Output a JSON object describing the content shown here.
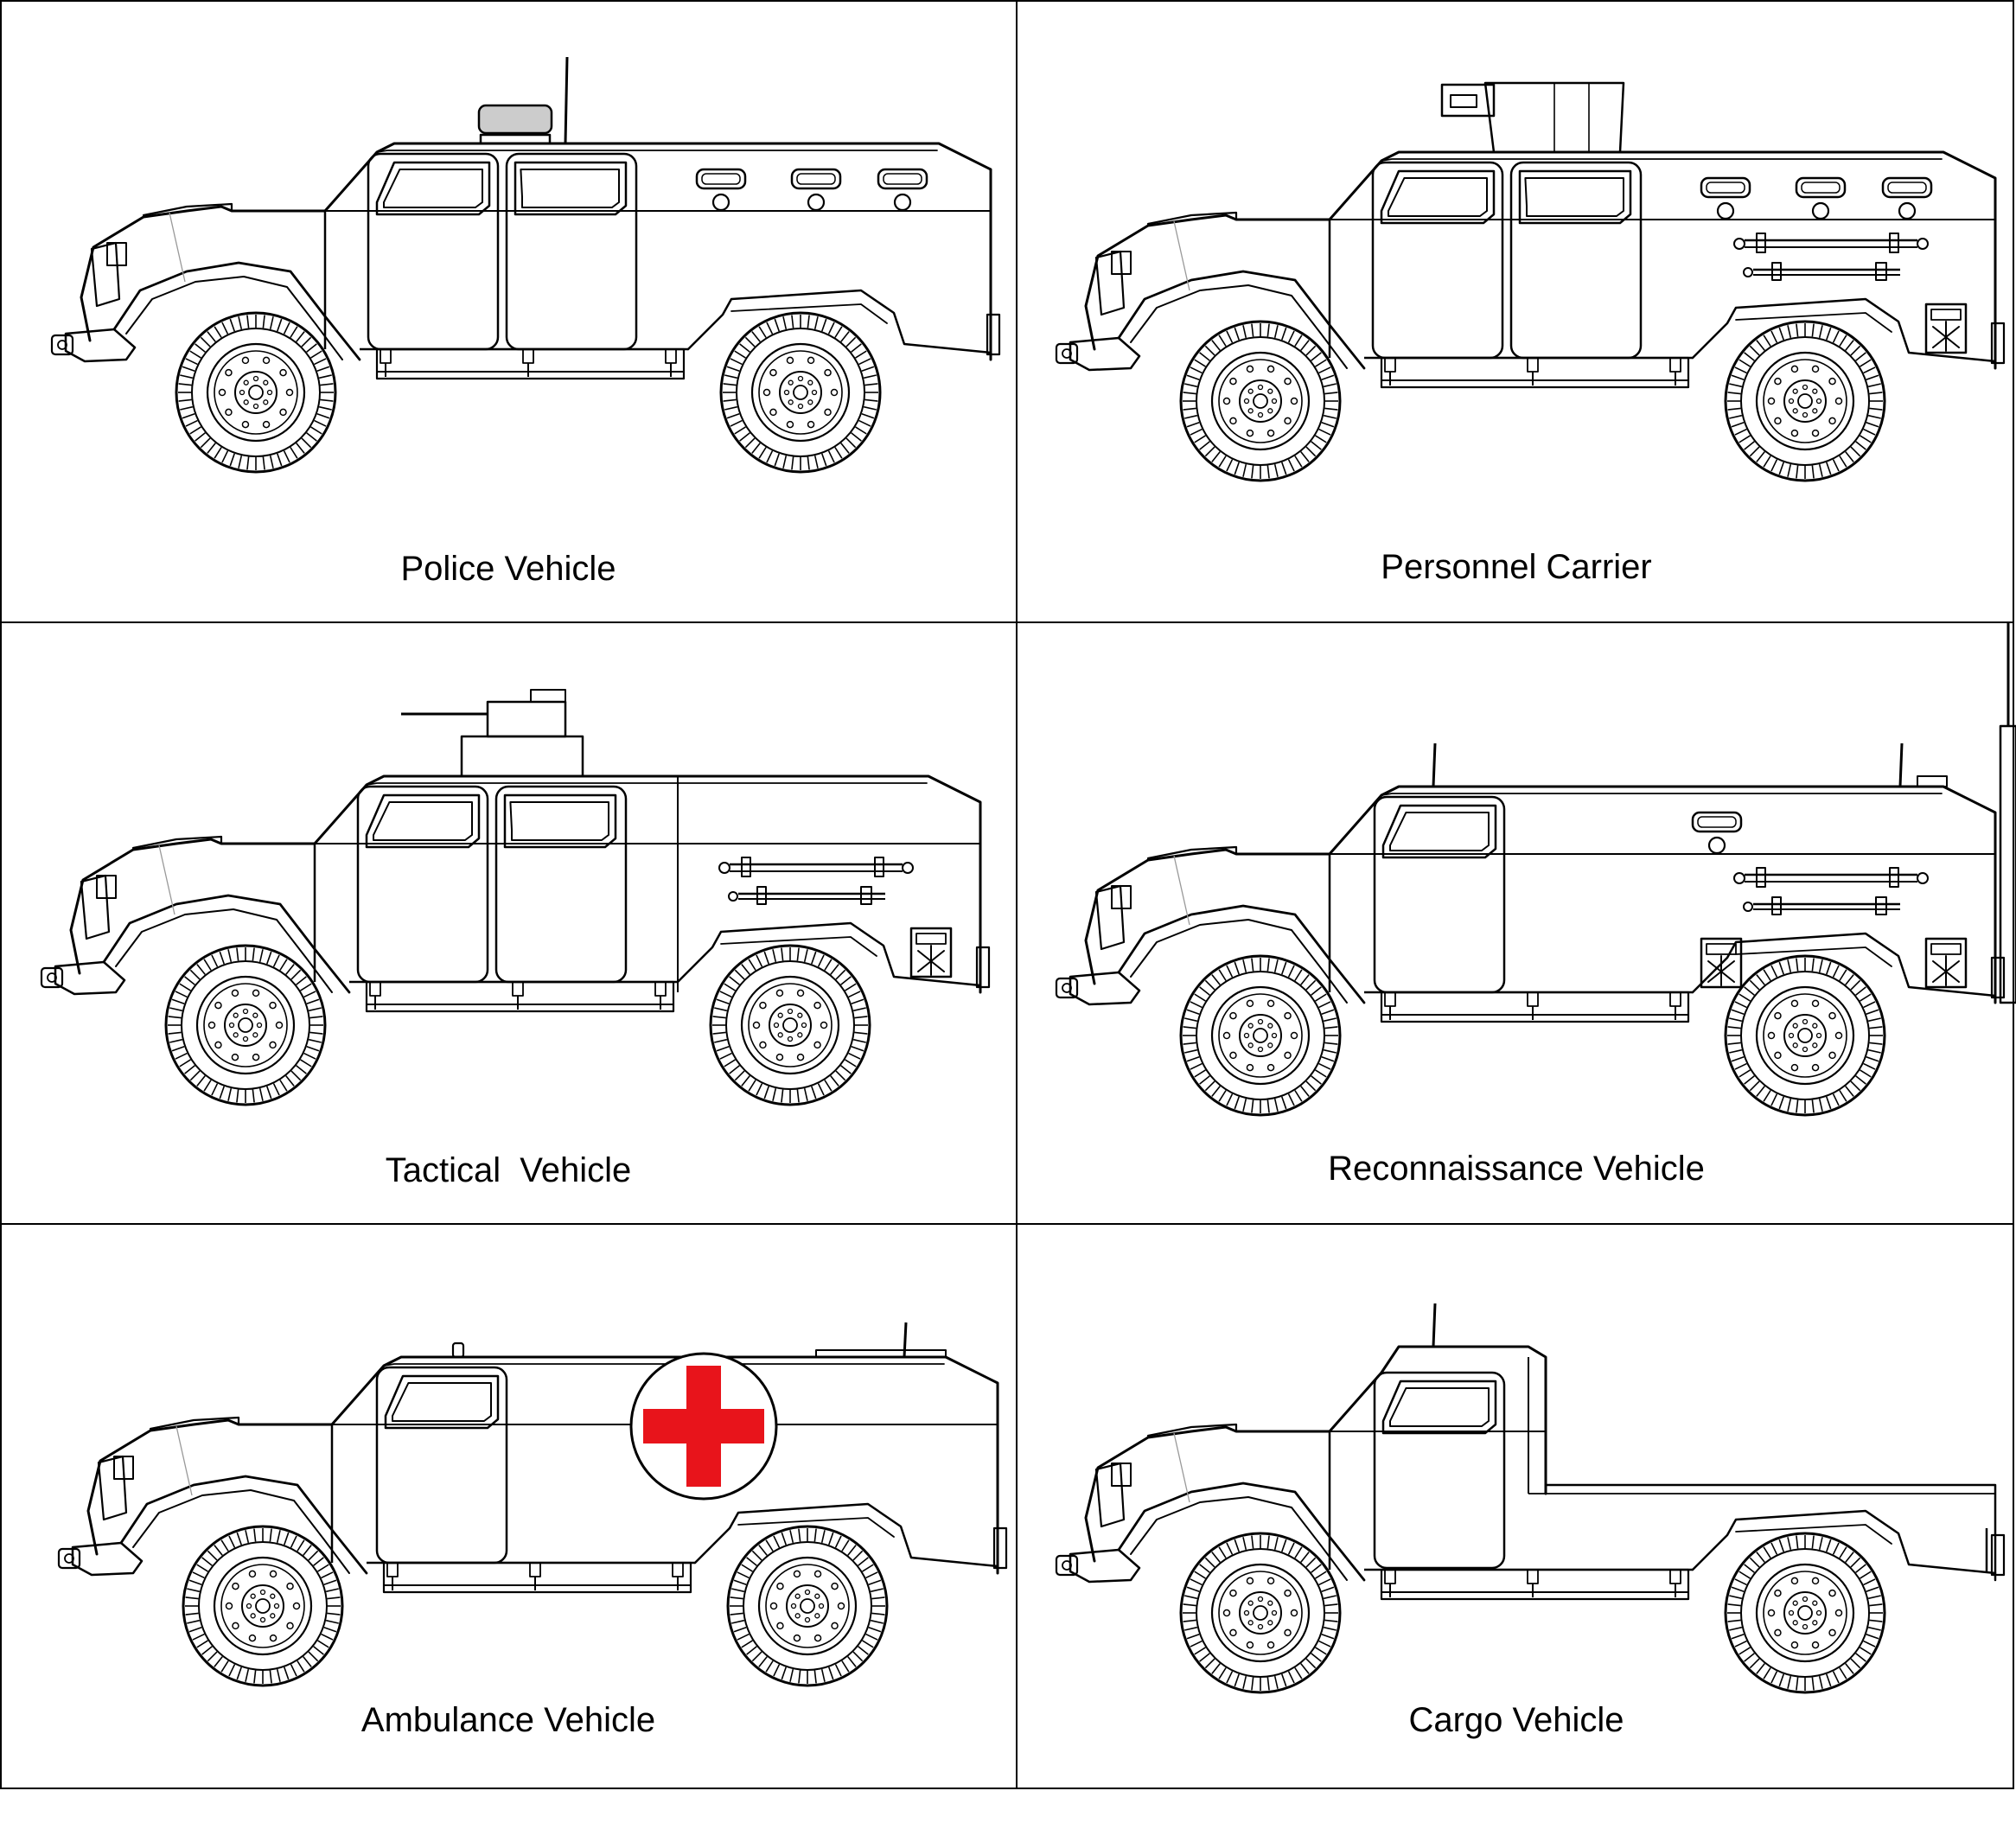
{
  "panels": [
    {
      "id": "police",
      "caption": "Police Vehicle",
      "variant": "police"
    },
    {
      "id": "personnel",
      "caption": "Personnel Carrier",
      "variant": "personnel"
    },
    {
      "id": "tactical",
      "caption": "Tactical  Vehicle",
      "variant": "tactical"
    },
    {
      "id": "recon",
      "caption": "Reconnaissance Vehicle",
      "variant": "recon"
    },
    {
      "id": "ambulance",
      "caption": "Ambulance Vehicle",
      "variant": "ambulance"
    },
    {
      "id": "cargo",
      "caption": "Cargo Vehicle",
      "variant": "cargo"
    }
  ],
  "colors": {
    "line": "#000000",
    "background": "#ffffff",
    "cross": "#e8141b"
  }
}
